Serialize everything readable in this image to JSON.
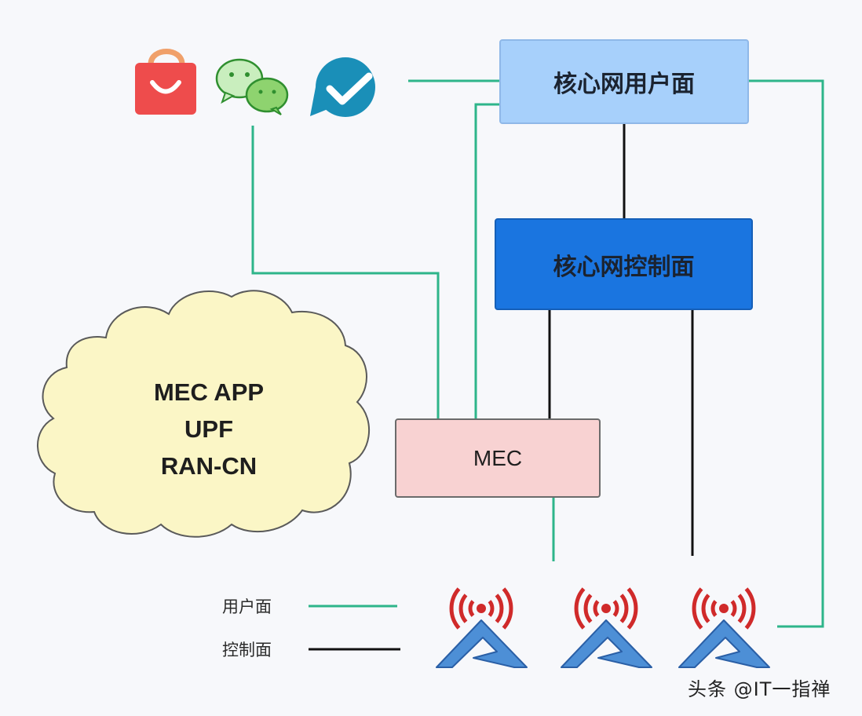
{
  "nodes": {
    "core_user_plane": "核心网用户面",
    "core_control_plane": "核心网控制面",
    "mec": "MEC"
  },
  "cloud": {
    "lines": [
      "MEC APP",
      "UPF",
      "RAN-CN"
    ]
  },
  "legend": {
    "user_plane": "用户面",
    "control_plane": "控制面"
  },
  "colors": {
    "user_plane_line": "#2eb58a",
    "control_plane_line": "#111111",
    "user_plane_box": "#a7d0fb",
    "control_plane_box": "#1a75e0",
    "mec_box": "#f8d2d2",
    "cloud_fill": "#fbf6c6"
  },
  "icons": [
    "shopping-bag-icon",
    "wechat-icon",
    "checkmark-app-icon",
    "cell-tower-icon"
  ],
  "watermark": "头条 @IT一指禅"
}
